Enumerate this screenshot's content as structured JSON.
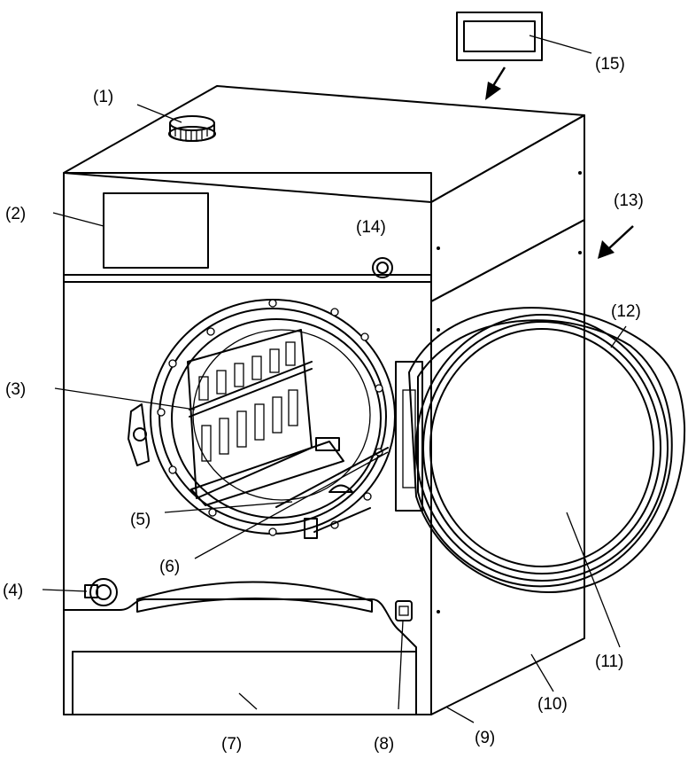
{
  "labels": {
    "l1": "(1)",
    "l2": "(2)",
    "l3": "(3)",
    "l4": "(4)",
    "l5": "(5)",
    "l6": "(6)",
    "l7": "(7)",
    "l8": "(8)",
    "l9": "(9)",
    "l10": "(10)",
    "l11": "(11)",
    "l12": "(12)",
    "l13": "(13)",
    "l14": "(14)",
    "l15": "(15)"
  },
  "colors": {
    "line": "#000000",
    "side_panel": "#e6e6e6",
    "front": "#ffffff",
    "chamber": "#d9d9d9"
  }
}
